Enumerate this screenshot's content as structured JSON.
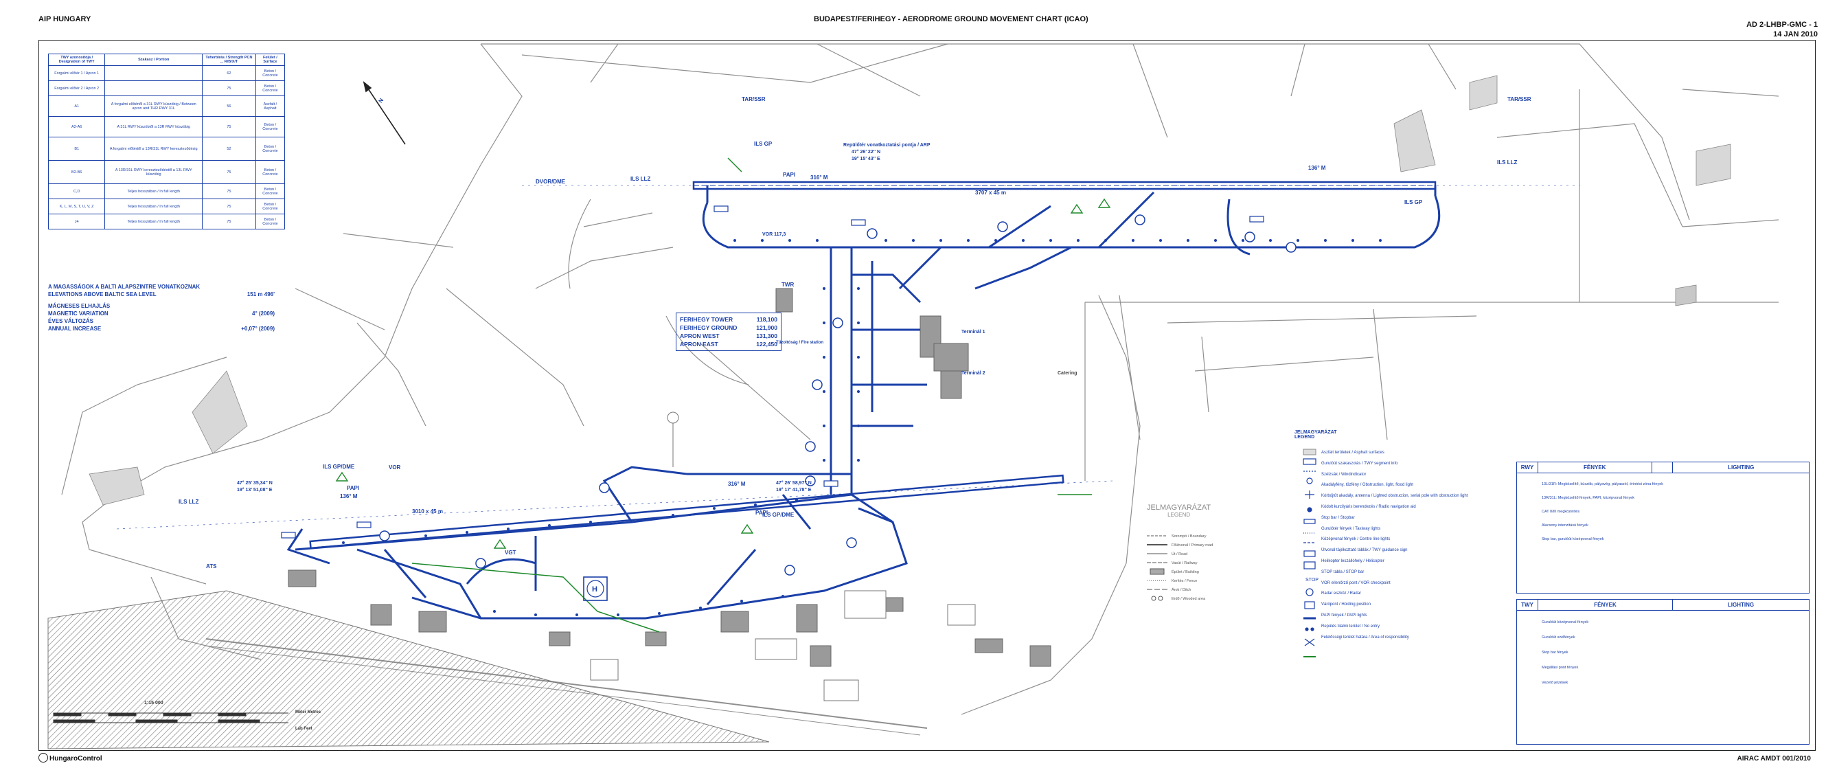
{
  "header": {
    "left": "AIP HUNGARY",
    "center": "BUDAPEST/FERIHEGY  -  AERODROME GROUND MOVEMENT CHART (ICAO)",
    "right_line1": "AD 2-LHBP-GMC - 1",
    "right_line2": "14 JAN 2010"
  },
  "footer": {
    "left": "HungaroControl",
    "right": "AIRAC AMDT 001/2010"
  },
  "taxiway_table": {
    "headers": [
      "TWY azonosítója / Designation of TWY",
      "Szakasz / Portion",
      "Teherbírás / Strength PCN ... R/B/X/T",
      "Felület / Surface"
    ],
    "rows": [
      [
        "Forgalmi előtér 1 / Apron 1",
        "",
        "62",
        "Beton / Concrete"
      ],
      [
        "Forgalmi előtér 2 / Apron 2",
        "",
        "75",
        "Beton / Concrete"
      ],
      [
        "A1",
        "A forgalmi előtértől a 31L RWY küszöbig / Between apron and THR RWY 31L",
        "56",
        "Aszfalt / Asphalt"
      ],
      [
        "A2-A6",
        "A 31L RWY küszöbtől a 13R RWY küszöbig",
        "75",
        "Beton / Concrete"
      ],
      [
        "B1",
        "A forgalmi előtértől a 13R/31L RWY kereszteződésig",
        "52",
        "Beton / Concrete"
      ],
      [
        "B2-B6",
        "A 13R/31L RWY kereszteződéstől a 13L RWY küszöbig",
        "75",
        "Beton / Concrete"
      ],
      [
        "C,D",
        "Teljes hosszában / In full length",
        "75",
        "Beton / Concrete"
      ],
      [
        "K, L, M, S, T, U, V, Z",
        "Teljes hosszában / In full length",
        "75",
        "Beton / Concrete"
      ],
      [
        "J4",
        "Teljes hosszában / In full length",
        "75",
        "Beton / Concrete"
      ]
    ]
  },
  "elevation": {
    "line1": "A MAGASSÁGOK A BALTI ALAPSZINTRE VONATKOZNAK",
    "line2": "ELEVATIONS ABOVE BALTIC SEA LEVEL",
    "elev_value": "151 m 496'",
    "line3": "MÁGNESES ELHAJLÁS",
    "line4": "MAGNETIC VARIATION",
    "var_value": "4° (2009)",
    "line5": "ÉVES VÁLTOZÁS",
    "line6": "ANNUAL INCREASE",
    "inc_value": "+0,07° (2009)"
  },
  "frequencies": [
    {
      "name": "FERIHEGY TOWER",
      "value": "118,100"
    },
    {
      "name": "FERIHEGY GROUND",
      "value": "121,900"
    },
    {
      "name": "APRON WEST",
      "value": "131,300"
    },
    {
      "name": "APRON EAST",
      "value": "122,450"
    }
  ],
  "runways": {
    "north": {
      "dims": "3707 x 45 m",
      "hdg_left": "316° M",
      "hdg_right": "136° M",
      "twr_ser": "TAR/SSR",
      "ils_llz_left": "ILS LLZ",
      "ils_llz_right": "ILS LLZ",
      "dvor": "DVOR/DME",
      "ils_gp": "ILS GP",
      "ils_gp2": "ILS GP",
      "papi": "PAPI"
    },
    "south": {
      "dims": "3010 x 45 m",
      "hdg_left": "136° M",
      "hdg_right": "316° M",
      "ils_llz": "ILS LLZ",
      "ils_gp_dme": "ILS GP/DME",
      "ils_gp_dme2": "ILS GP/DME",
      "vor": "VOR",
      "vgt": "VGT",
      "papi": "PAPI",
      "papi2": "PAPI"
    }
  },
  "labels": {
    "north_arrow": "N",
    "arp_title": "Repülőtér vonatkoztatási pontja / ARP",
    "arp_coord1": "47° 26' 22'' N",
    "arp_coord2": "19° 15' 43'' E",
    "twr": "TWR",
    "terminal1": "Terminál 1",
    "terminal2": "Terminál 2",
    "ats": "ATS",
    "fire": "Tűzoltóság / Fire station",
    "catering": "Catering",
    "rwy_coord_w": "47° 25' 35,34'' N",
    "rwy_coord_w2": "19° 13' 51,08'' E",
    "rwy_coord_e": "47° 26' 58,97'' N",
    "rwy_coord_e2": "19° 17' 41,78'' E",
    "scale": "1:15 000",
    "scale_unit": "Láb Feet",
    "scale_unit_m": "Méter Metres",
    "vor_label": "VOR 117,3"
  },
  "legend": {
    "title": "JELMAGYARÁZAT",
    "subtitle": "LEGEND",
    "big_title": "JELMAGYARÁZAT",
    "big_subtitle": "LEGEND",
    "items": [
      "Aszfalt területek / Asphalt surfaces",
      "Gurulóút szakaszolás / TWY segment info",
      "Szélzsák / Windindicator",
      "Akadályfény, tűzfény / Obstruction, light, flood light",
      "Kórbójtűt akadály, antenna / Lighted obstruction, serial pole with obstruction light",
      "Kódolt kurzilyáris berendezés / Radio navigation aid",
      "Stop bar / Stopbar",
      "Gurulótér fények / Taxiway lights",
      "Középvonal fények / Centre line lights",
      "Útvonal tájékoztató táblák / TWY guidance sign",
      "Helikopter leszállóhely / Helicopter",
      "STOP tábla / STOP bar",
      "VOR ellenőrző pont / VOR checkpoint",
      "Radar eszköz / Radar",
      "Várópont / Holding position",
      "PAPI fények / PAPI lights",
      "Repülés tilalmi terület / No entry",
      "Felelősségi terület határa / Area of responsibility"
    ],
    "grey_items": [
      "Sorompó / Boundary",
      "Főútvonal / Primary road",
      "Út / Road",
      "Vasút / Railway",
      "Épület / Building",
      "Kerítés / Fence",
      "Árok / Ditch",
      "Erdő / Wooded area"
    ]
  },
  "lights_tables": [
    {
      "col1": "RWY",
      "col2": "FÉNYEK",
      "col3": "LIGHTING",
      "rows": [
        "13L/31R: Megközelítő, küszöb, pályavég, pályaszél, érintési zóna fények",
        "13R/31L: Megközelítő fények, PAPI, középvonal fények",
        "CAT II/III megközelítés",
        "Alacsony intenzitású fények",
        "Stop bar, gurulóút középvonal fények"
      ]
    },
    {
      "col1": "TWY",
      "col2": "FÉNYEK",
      "col3": "LIGHTING",
      "rows": [
        "Gurulóút középvonal fények",
        "Gurulóút szélfények",
        "Stop bar fények",
        "Megállási pont fények",
        "Vezető jelzések"
      ]
    }
  ],
  "colors": {
    "primary": "#1a3fa8",
    "secondary": "#1d8a2a",
    "ground": "#9a9a9a"
  }
}
